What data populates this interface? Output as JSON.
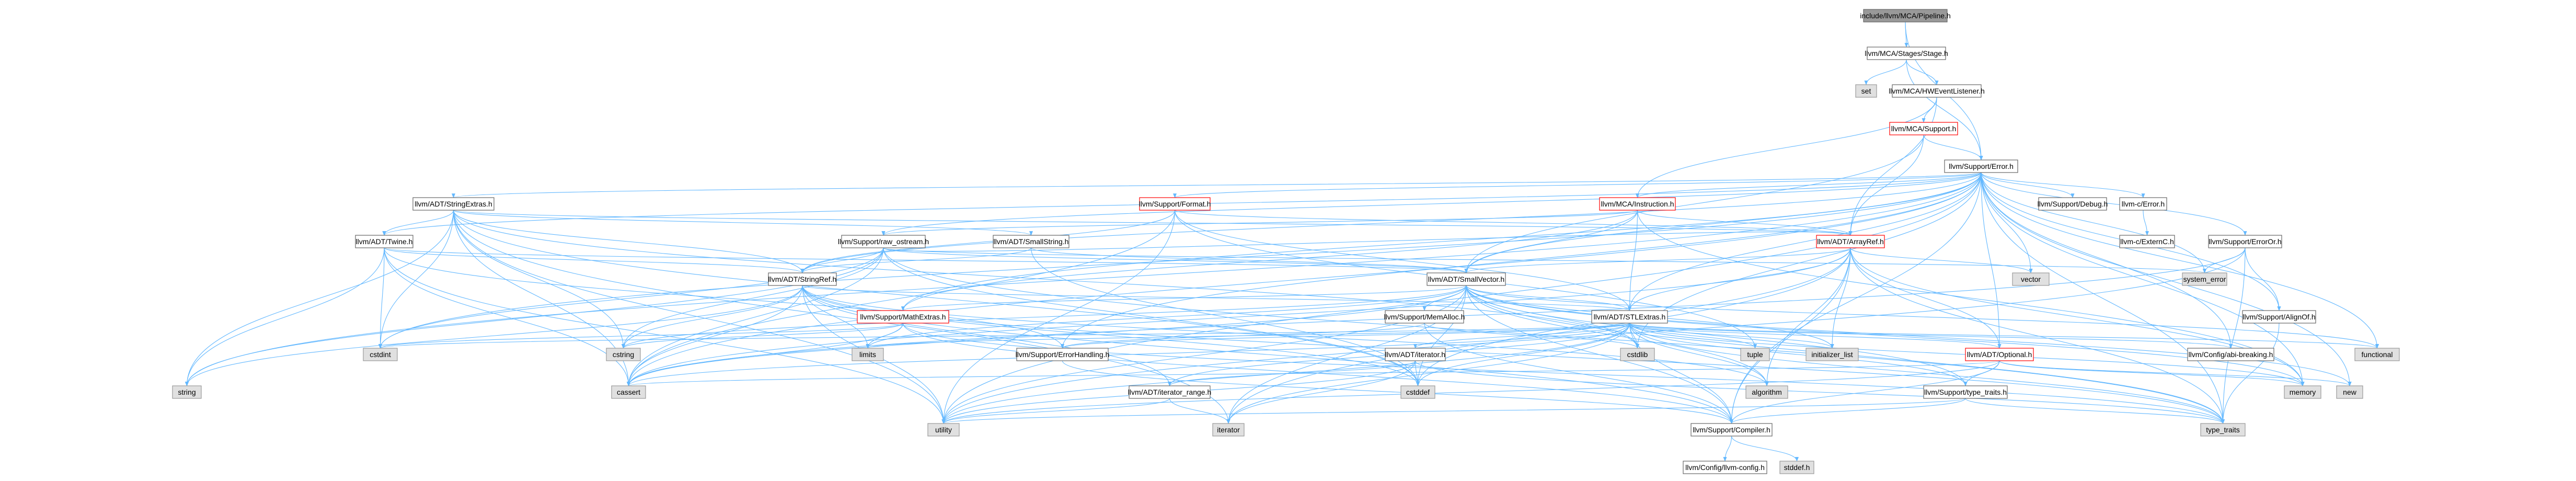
{
  "colors": {
    "edge": "#63b8ff",
    "root_fill": "#999999",
    "root_border": "#666666",
    "file_fill": "#ffffff",
    "file_border": "#666666",
    "file_with_hidden_border": "#ff0000",
    "system_fill": "#e0e0e0",
    "system_border": "#999999"
  },
  "nodes": {
    "root": {
      "label": "include/llvm/MCA/Pipeline.h",
      "kind": "root"
    },
    "stage": {
      "label": "llvm/MCA/Stages/Stage.h",
      "kind": "file"
    },
    "set": {
      "label": "set",
      "kind": "system"
    },
    "hwevent": {
      "label": "llvm/MCA/HWEventListener.h",
      "kind": "file"
    },
    "mcasupport": {
      "label": "llvm/MCA/Support.h",
      "kind": "file-hidden"
    },
    "error": {
      "label": "llvm/Support/Error.h",
      "kind": "file"
    },
    "stringextras": {
      "label": "llvm/ADT/StringExtras.h",
      "kind": "file"
    },
    "format": {
      "label": "llvm/Support/Format.h",
      "kind": "file-hidden"
    },
    "instruction": {
      "label": "llvm/MCA/Instruction.h",
      "kind": "file-hidden"
    },
    "debug": {
      "label": "llvm/Support/Debug.h",
      "kind": "file"
    },
    "cerror": {
      "label": "llvm-c/Error.h",
      "kind": "file"
    },
    "externc": {
      "label": "llvm-c/ExternC.h",
      "kind": "file"
    },
    "twine": {
      "label": "llvm/ADT/Twine.h",
      "kind": "file"
    },
    "rawostream": {
      "label": "llvm/Support/raw_ostream.h",
      "kind": "file"
    },
    "smallstring": {
      "label": "llvm/ADT/SmallString.h",
      "kind": "file"
    },
    "arrayref": {
      "label": "llvm/ADT/ArrayRef.h",
      "kind": "file-hidden"
    },
    "vector": {
      "label": "vector",
      "kind": "system"
    },
    "erroror": {
      "label": "llvm/Support/ErrorOr.h",
      "kind": "file"
    },
    "systemerror": {
      "label": "system_error",
      "kind": "system"
    },
    "stringref": {
      "label": "llvm/ADT/StringRef.h",
      "kind": "file"
    },
    "smallvector": {
      "label": "llvm/ADT/SmallVector.h",
      "kind": "file"
    },
    "alignof": {
      "label": "llvm/Support/AlignOf.h",
      "kind": "file"
    },
    "mathextras": {
      "label": "llvm/Support/MathExtras.h",
      "kind": "file-hidden"
    },
    "memalloc": {
      "label": "llvm/Support/MemAlloc.h",
      "kind": "file"
    },
    "stlextras": {
      "label": "llvm/ADT/STLExtras.h",
      "kind": "file"
    },
    "iterator": {
      "label": "llvm/ADT/iterator.h",
      "kind": "file"
    },
    "optional": {
      "label": "llvm/ADT/Optional.h",
      "kind": "file-hidden"
    },
    "errorhandling": {
      "label": "llvm/Support/ErrorHandling.h",
      "kind": "file"
    },
    "cstdint": {
      "label": "cstdint",
      "kind": "system"
    },
    "cstring": {
      "label": "cstring",
      "kind": "system"
    },
    "limits": {
      "label": "limits",
      "kind": "system"
    },
    "cstdlib": {
      "label": "cstdlib",
      "kind": "system"
    },
    "tuple": {
      "label": "tuple",
      "kind": "system"
    },
    "initlist": {
      "label": "initializer_list",
      "kind": "system"
    },
    "configabi": {
      "label": "llvm/Config/abi-breaking.h",
      "kind": "file"
    },
    "functional": {
      "label": "functional",
      "kind": "system"
    },
    "string": {
      "label": "string",
      "kind": "system"
    },
    "cassert": {
      "label": "cassert",
      "kind": "system"
    },
    "algorithm": {
      "label": "algorithm",
      "kind": "system"
    },
    "cstddef": {
      "label": "cstddef",
      "kind": "system"
    },
    "iteratorrange": {
      "label": "llvm/ADT/iterator_range.h",
      "kind": "file"
    },
    "typetraitsh": {
      "label": "llvm/Support/type_traits.h",
      "kind": "file"
    },
    "new": {
      "label": "new",
      "kind": "system"
    },
    "memory": {
      "label": "memory",
      "kind": "system"
    },
    "utility": {
      "label": "utility",
      "kind": "system"
    },
    "iteratorstd": {
      "label": "iterator",
      "kind": "system"
    },
    "compiler": {
      "label": "llvm/Support/Compiler.h",
      "kind": "file"
    },
    "typetraits": {
      "label": "type_traits",
      "kind": "system"
    },
    "llvmconfig": {
      "label": "llvm/Config/llvm-config.h",
      "kind": "file"
    },
    "stddef": {
      "label": "stddef.h",
      "kind": "system"
    }
  },
  "edges": [
    [
      "root",
      "stage"
    ],
    [
      "root",
      "error"
    ],
    [
      "stage",
      "set"
    ],
    [
      "stage",
      "hwevent"
    ],
    [
      "stage",
      "error"
    ],
    [
      "hwevent",
      "mcasupport"
    ],
    [
      "hwevent",
      "arrayref"
    ],
    [
      "hwevent",
      "instruction"
    ],
    [
      "mcasupport",
      "error"
    ],
    [
      "mcasupport",
      "arrayref"
    ],
    [
      "mcasupport",
      "smallvector"
    ],
    [
      "error",
      "stringextras"
    ],
    [
      "error",
      "format"
    ],
    [
      "error",
      "instruction"
    ],
    [
      "error",
      "debug"
    ],
    [
      "error",
      "cerror"
    ],
    [
      "error",
      "twine"
    ],
    [
      "error",
      "rawostream"
    ],
    [
      "error",
      "smallvector"
    ],
    [
      "error",
      "stlextras"
    ],
    [
      "error",
      "erroror"
    ],
    [
      "error",
      "alignof"
    ],
    [
      "error",
      "errorhandling"
    ],
    [
      "error",
      "configabi"
    ],
    [
      "error",
      "compiler"
    ],
    [
      "error",
      "cassert"
    ],
    [
      "error",
      "cstdint"
    ],
    [
      "error",
      "cstdlib"
    ],
    [
      "error",
      "functional"
    ],
    [
      "error",
      "memory"
    ],
    [
      "error",
      "new"
    ],
    [
      "error",
      "optional"
    ],
    [
      "error",
      "string"
    ],
    [
      "error",
      "systemerror"
    ],
    [
      "error",
      "typetraits"
    ],
    [
      "error",
      "utility"
    ],
    [
      "error",
      "vector"
    ],
    [
      "error",
      "mathextras"
    ],
    [
      "error",
      "stringref"
    ],
    [
      "stringextras",
      "arrayref"
    ],
    [
      "stringextras",
      "smallstring"
    ],
    [
      "stringextras",
      "stringref"
    ],
    [
      "stringextras",
      "twine"
    ],
    [
      "stringextras",
      "cassert"
    ],
    [
      "stringextras",
      "cstddef"
    ],
    [
      "stringextras",
      "cstdint"
    ],
    [
      "stringextras",
      "cstdlib"
    ],
    [
      "stringextras",
      "cstring"
    ],
    [
      "stringextras",
      "iteratorstd"
    ],
    [
      "stringextras",
      "string"
    ],
    [
      "stringextras",
      "utility"
    ],
    [
      "format",
      "arrayref"
    ],
    [
      "format",
      "stlextras"
    ],
    [
      "format",
      "stringref"
    ],
    [
      "format",
      "cassert"
    ],
    [
      "format",
      "cstdio"
    ],
    [
      "format",
      "tuple"
    ],
    [
      "format",
      "utility"
    ],
    [
      "instruction",
      "arrayref"
    ],
    [
      "instruction",
      "stlextras"
    ],
    [
      "instruction",
      "smallvector"
    ],
    [
      "instruction",
      "mathextras"
    ],
    [
      "instruction",
      "memory"
    ],
    [
      "instruction",
      "rawostream"
    ],
    [
      "cerror",
      "externc"
    ],
    [
      "twine",
      "smallvector"
    ],
    [
      "twine",
      "stringref"
    ],
    [
      "twine",
      "errorhandling"
    ],
    [
      "twine",
      "cassert"
    ],
    [
      "twine",
      "cstdint"
    ],
    [
      "twine",
      "string"
    ],
    [
      "twine",
      "utility"
    ],
    [
      "rawostream",
      "arrayref"
    ],
    [
      "rawostream",
      "stringref"
    ],
    [
      "rawostream",
      "cassert"
    ],
    [
      "rawostream",
      "cstddef"
    ],
    [
      "rawostream",
      "cstdint"
    ],
    [
      "rawostream",
      "cstring"
    ],
    [
      "rawostream",
      "string"
    ],
    [
      "rawostream",
      "systemerror"
    ],
    [
      "rawostream",
      "typetraits"
    ],
    [
      "rawostream",
      "smallvector"
    ],
    [
      "smallstring",
      "smallvector"
    ],
    [
      "smallstring",
      "stringref"
    ],
    [
      "smallstring",
      "cstddef"
    ],
    [
      "arrayref",
      "optional"
    ],
    [
      "arrayref",
      "smallvector"
    ],
    [
      "arrayref",
      "stlextras"
    ],
    [
      "arrayref",
      "compiler"
    ],
    [
      "arrayref",
      "algorithm"
    ],
    [
      "arrayref",
      "array"
    ],
    [
      "arrayref",
      "cassert"
    ],
    [
      "arrayref",
      "cstddef"
    ],
    [
      "arrayref",
      "initlist"
    ],
    [
      "arrayref",
      "iteratorstd"
    ],
    [
      "arrayref",
      "memory"
    ],
    [
      "arrayref",
      "typetraits"
    ],
    [
      "arrayref",
      "vector"
    ],
    [
      "erroror",
      "alignof"
    ],
    [
      "erroror",
      "cassert"
    ],
    [
      "erroror",
      "systemerror"
    ],
    [
      "erroror",
      "typetraits"
    ],
    [
      "erroror",
      "utility"
    ],
    [
      "stringref",
      "stlextras"
    ],
    [
      "stringref",
      "iteratorrange"
    ],
    [
      "stringref",
      "compiler"
    ],
    [
      "stringref",
      "algorithm"
    ],
    [
      "stringref",
      "cassert"
    ],
    [
      "stringref",
      "cstddef"
    ],
    [
      "stringref",
      "cstring"
    ],
    [
      "stringref",
      "limits"
    ],
    [
      "stringref",
      "string"
    ],
    [
      "stringref",
      "typetraits"
    ],
    [
      "stringref",
      "utility"
    ],
    [
      "smallvector",
      "compiler"
    ],
    [
      "smallvector",
      "mathextras"
    ],
    [
      "smallvector",
      "memalloc"
    ],
    [
      "smallvector",
      "typetraitsh"
    ],
    [
      "smallvector",
      "algorithm"
    ],
    [
      "smallvector",
      "cassert"
    ],
    [
      "smallvector",
      "cstddef"
    ],
    [
      "smallvector",
      "cstdlib"
    ],
    [
      "smallvector",
      "cstring"
    ],
    [
      "smallvector",
      "functional"
    ],
    [
      "smallvector",
      "initlist"
    ],
    [
      "smallvector",
      "iteratorstd"
    ],
    [
      "smallvector",
      "limits"
    ],
    [
      "smallvector",
      "memory"
    ],
    [
      "smallvector",
      "new"
    ],
    [
      "smallvector",
      "typetraits"
    ],
    [
      "smallvector",
      "utility"
    ],
    [
      "smallvector",
      "stlextras"
    ],
    [
      "alignof",
      "typetraits"
    ],
    [
      "mathextras",
      "compiler"
    ],
    [
      "mathextras",
      "cassert"
    ],
    [
      "mathextras",
      "climits"
    ],
    [
      "mathextras",
      "cmath"
    ],
    [
      "mathextras",
      "cstdint"
    ],
    [
      "mathextras",
      "cstring"
    ],
    [
      "mathextras",
      "limits"
    ],
    [
      "mathextras",
      "typetraits"
    ],
    [
      "memalloc",
      "compiler"
    ],
    [
      "memalloc",
      "errorhandling"
    ],
    [
      "memalloc",
      "cstdlib"
    ],
    [
      "stlextras",
      "optional"
    ],
    [
      "stlextras",
      "iterator"
    ],
    [
      "stlextras",
      "iteratorrange"
    ],
    [
      "stlextras",
      "configabi"
    ],
    [
      "stlextras",
      "errorhandling"
    ],
    [
      "stlextras",
      "algorithm"
    ],
    [
      "stlextras",
      "cassert"
    ],
    [
      "stlextras",
      "cstddef"
    ],
    [
      "stlextras",
      "cstdint"
    ],
    [
      "stlextras",
      "cstdlib"
    ],
    [
      "stlextras",
      "functional"
    ],
    [
      "stlextras",
      "initlist"
    ],
    [
      "stlextras",
      "iteratorstd"
    ],
    [
      "stlextras",
      "limits"
    ],
    [
      "stlextras",
      "memory"
    ],
    [
      "stlextras",
      "tuple"
    ],
    [
      "stlextras",
      "typetraits"
    ],
    [
      "stlextras",
      "utility"
    ],
    [
      "stlextras",
      "compiler"
    ],
    [
      "stlextras",
      "typetraitsh"
    ],
    [
      "iterator",
      "iteratorrange"
    ],
    [
      "iterator",
      "cstddef"
    ],
    [
      "iterator",
      "iteratorstd"
    ],
    [
      "iterator",
      "typetraits"
    ],
    [
      "iterator",
      "utility"
    ],
    [
      "optional",
      "compiler"
    ],
    [
      "optional",
      "typetraitsh"
    ],
    [
      "optional",
      "cassert"
    ],
    [
      "optional",
      "memory"
    ],
    [
      "optional",
      "new"
    ],
    [
      "optional",
      "utility"
    ],
    [
      "errorhandling",
      "compiler"
    ],
    [
      "iteratorrange",
      "iteratorstd"
    ],
    [
      "iteratorrange",
      "utility"
    ],
    [
      "typetraitsh",
      "compiler"
    ],
    [
      "typetraitsh",
      "typetraits"
    ],
    [
      "typetraitsh",
      "utility"
    ],
    [
      "compiler",
      "llvmconfig"
    ],
    [
      "compiler",
      "stddef"
    ]
  ]
}
